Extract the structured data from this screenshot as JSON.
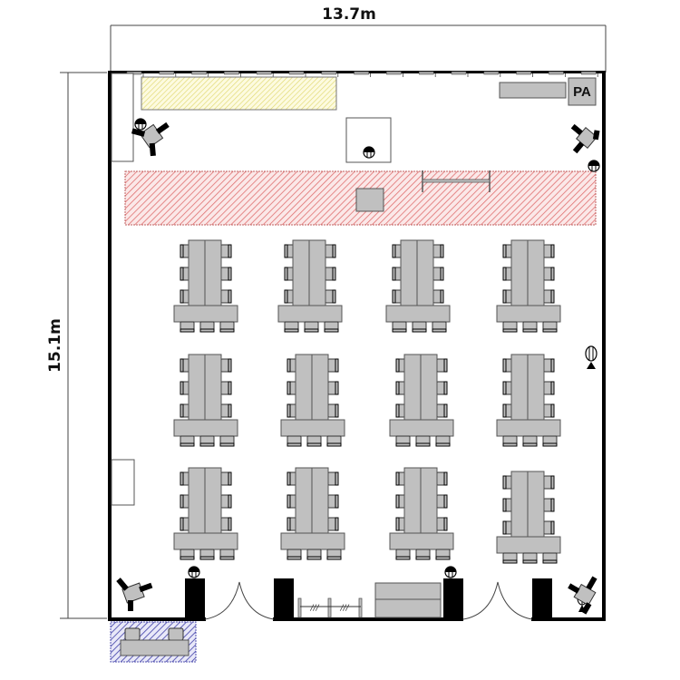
{
  "dimensions": {
    "width_label": "13.7m",
    "height_label": "15.1m"
  },
  "equipment": {
    "pa_label": "PA"
  },
  "colors": {
    "wall": "#000000",
    "furniture_fill": "#c0c0c0",
    "furniture_stroke": "#555555",
    "stage_hatch": "#e07070",
    "stage_fill": "#fbe8e8",
    "screen_hatch": "#e6e070",
    "screen_fill": "#fdfbe0",
    "reception_hatch": "#5050b0",
    "reception_fill": "#e8e8f8"
  },
  "seating": {
    "table_groups": [
      {
        "row": 1,
        "col": 1,
        "chairs": 9
      },
      {
        "row": 1,
        "col": 2,
        "chairs": 9
      },
      {
        "row": 1,
        "col": 3,
        "chairs": 9
      },
      {
        "row": 1,
        "col": 4,
        "chairs": 9
      },
      {
        "row": 2,
        "col": 1,
        "chairs": 9
      },
      {
        "row": 2,
        "col": 2,
        "chairs": 9
      },
      {
        "row": 2,
        "col": 3,
        "chairs": 9
      },
      {
        "row": 2,
        "col": 4,
        "chairs": 9
      },
      {
        "row": 3,
        "col": 1,
        "chairs": 9
      },
      {
        "row": 3,
        "col": 2,
        "chairs": 9
      },
      {
        "row": 3,
        "col": 3,
        "chairs": 9
      },
      {
        "row": 3,
        "col": 4,
        "chairs": 9
      }
    ]
  },
  "features": [
    "screen-area",
    "stage-area",
    "lectern",
    "pa-desk",
    "speaker",
    "microphone-stand",
    "lighting-stand",
    "doors",
    "reception-desk",
    "partition",
    "storage-cabinet"
  ]
}
